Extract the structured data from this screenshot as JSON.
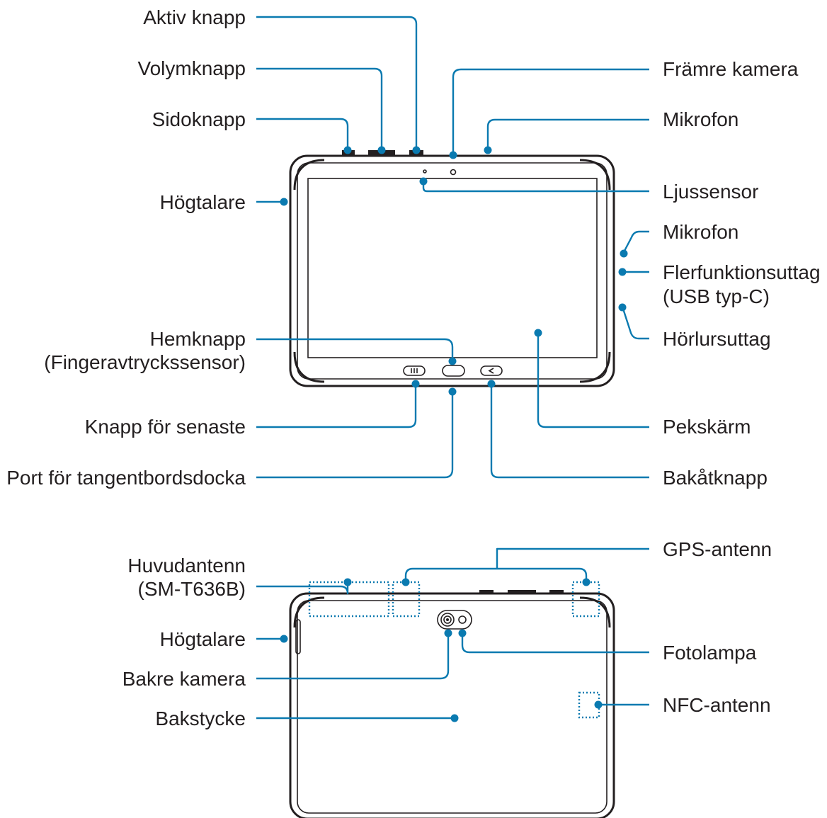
{
  "front_labels": {
    "active_key": "Aktiv knapp",
    "volume_key": "Volymknapp",
    "side_key": "Sidoknapp",
    "speaker": "Högtalare",
    "home_key_line1": "Hemknapp",
    "home_key_line2": "(Fingeravtryckssensor)",
    "recents_key": "Knapp för senaste",
    "keyboard_dock_port": "Port för tangentbordsdocka",
    "front_camera": "Främre kamera",
    "microphone_top": "Mikrofon",
    "light_sensor": "Ljussensor",
    "microphone_side": "Mikrofon",
    "multipurpose_jack_line1": "Flerfunktionsuttag",
    "multipurpose_jack_line2": "(USB typ-C)",
    "earphone_jack": "Hörlursuttag",
    "touchscreen": "Pekskärm",
    "back_key": "Bakåtknapp"
  },
  "back_labels": {
    "main_antenna_line1": "Huvudantenn",
    "main_antenna_line2": "(SM-T636B)",
    "speaker": "Högtalare",
    "rear_camera": "Bakre kamera",
    "back_cover": "Bakstycke",
    "gps_antenna": "GPS-antenn",
    "flash": "Fotolampa",
    "nfc_antenna": "NFC-antenn"
  },
  "colors": {
    "leader": "#0a7ab0",
    "device_outline": "#231f20",
    "text": "#231f20"
  }
}
